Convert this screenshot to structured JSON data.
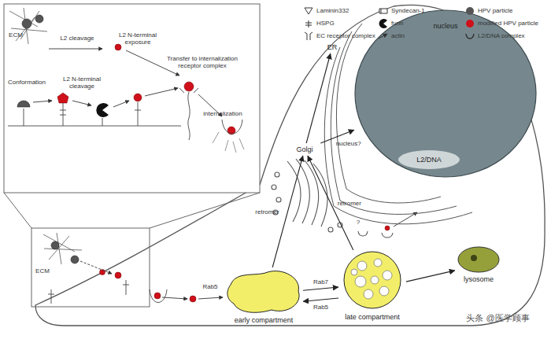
{
  "diagram": {
    "nodes": [
      {
        "text": [
          "nucleus"
        ]
      },
      {
        "text": [
          "L2/DNA"
        ],
        "in": 0
      },
      {
        "text": [
          "ER"
        ]
      },
      {
        "text": [
          "Golgi"
        ]
      },
      {
        "text": [
          "early compartment"
        ]
      },
      {
        "text": [
          "late compartment"
        ]
      },
      {
        "text": [
          "lysosome"
        ]
      }
    ],
    "edges": [
      {
        "from": 4,
        "to": 3,
        "label": "retromer",
        "arrow": "to"
      },
      {
        "from": 5,
        "to": 3,
        "label": "retromer",
        "arrow": "to"
      },
      {
        "from": 4,
        "to": 5,
        "label": "Rab7",
        "arrow": "to"
      },
      {
        "from": 5,
        "to": 4,
        "label": "Rab5",
        "arrow": "to"
      },
      {
        "from": 5,
        "to": 6,
        "arrow": "to"
      },
      {
        "from": 3,
        "to": 2,
        "arrow": "to"
      },
      {
        "from": 3,
        "to": 0,
        "label": "nucleus?",
        "arrow": "to"
      }
    ],
    "labels": [
      "ECM",
      "L2 cleavage",
      "L2 N-terminal exposure",
      "Transfer to internalization receptor complex",
      "Conformation",
      "L2 N-terminal cleavage",
      "internalization",
      "ECM",
      "Rab5",
      "?",
      "头条 @医学顾事"
    ],
    "legend": [
      {
        "text": "Laminin332"
      },
      {
        "text": "Syndecan-1"
      },
      {
        "text": "HPV particle"
      },
      {
        "text": "HSPG"
      },
      {
        "text": "furin"
      },
      {
        "text": "modified HPV particle"
      },
      {
        "text": "EC receptor complex"
      },
      {
        "text": "actin"
      },
      {
        "text": "L2/DNA complex"
      }
    ]
  }
}
